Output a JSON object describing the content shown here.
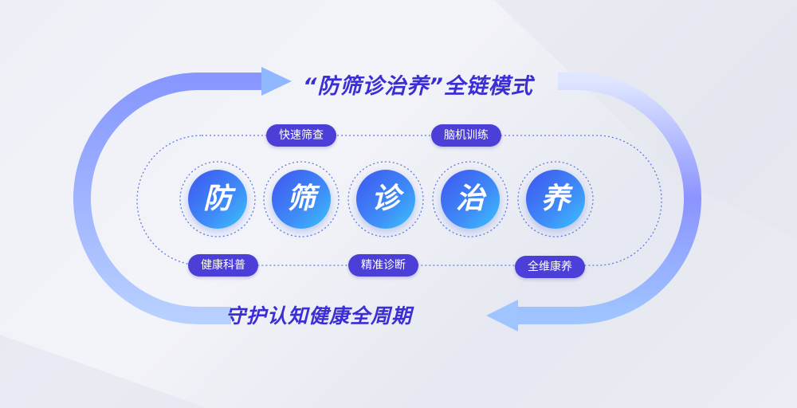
{
  "title": "“防筛诊治养”全链模式",
  "subtitle": "守护认知健康全周期",
  "nodes": [
    "防",
    "筛",
    "诊",
    "治",
    "养"
  ],
  "pills": {
    "top": [
      "快速筛查",
      "脑机训练"
    ],
    "bottom": [
      "健康科普",
      "精准诊断",
      "全维康养"
    ]
  },
  "colors": {
    "accent": "#3a2ed4",
    "pill": "#4b3fd8",
    "arrow_light": "#a9c6ff",
    "arrow_dark": "#7f8cff"
  }
}
